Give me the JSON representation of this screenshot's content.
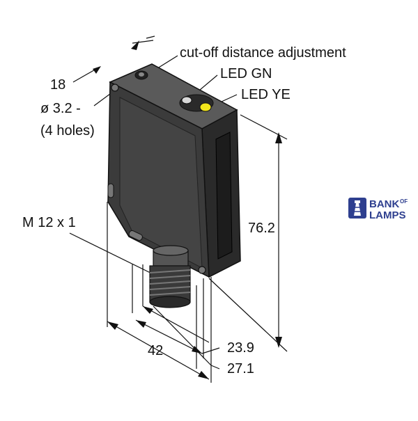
{
  "labels": {
    "cutoff": "cut-off distance adjustment",
    "led_gn": "LED GN",
    "led_ye": "LED YE",
    "dim_18": "18",
    "hole_dia": "ø 3.2 -",
    "hole_count": "(4 holes)",
    "thread": "M 12 x 1",
    "height": "76.2",
    "width": "42",
    "depth_inner": "23.9",
    "depth_outer": "27.1"
  },
  "logo": {
    "line1": "BANK",
    "of": "OF",
    "line2": "LAMPS",
    "icon": "lighthouse-icon",
    "color": "#2e3f8f"
  },
  "colors": {
    "housing_front": "#3b3b3b",
    "housing_top": "#5a5a5a",
    "housing_side": "#2a2a2a",
    "led_green": "#d8d8d8",
    "led_yellow": "#f2e51c",
    "lens": "#1c1c1c"
  }
}
